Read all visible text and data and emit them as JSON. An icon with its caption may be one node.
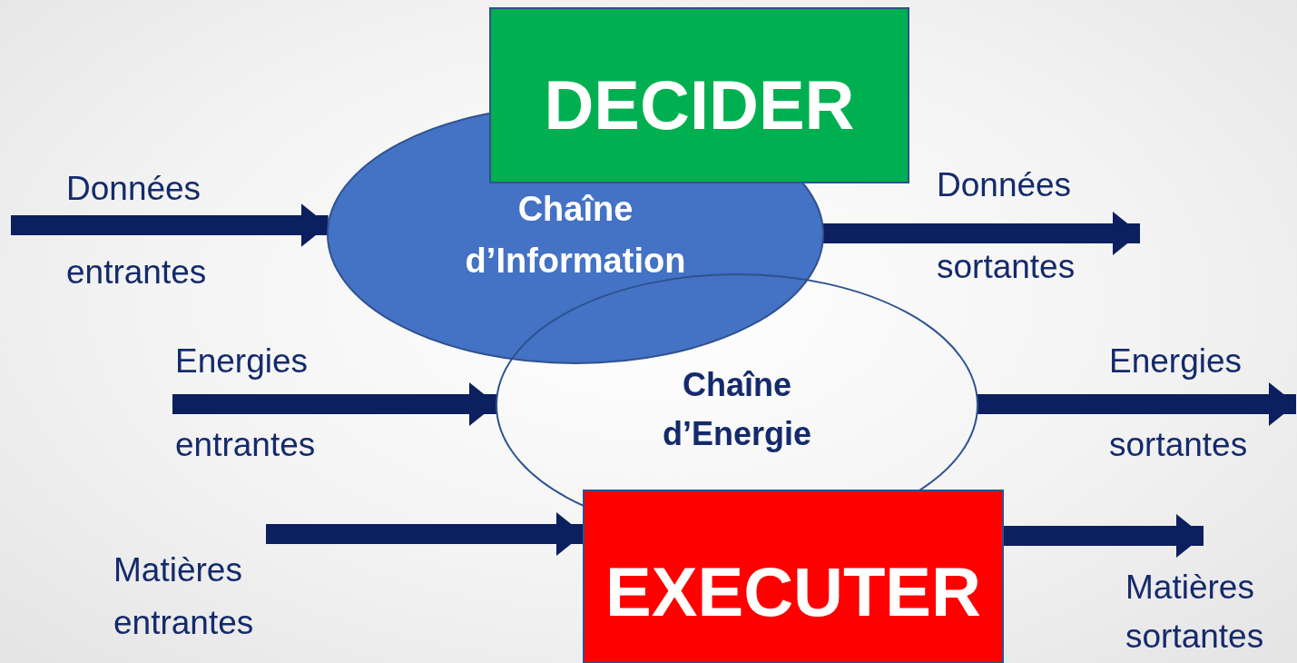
{
  "diagram": {
    "nodes": [
      {
        "text": [
          "Chaîne d’Information"
        ]
      },
      {
        "text": [
          "DECIDER"
        ]
      },
      {
        "text": [
          "Chaîne d’Energie"
        ]
      },
      {
        "text": [
          "EXECUTER"
        ]
      }
    ],
    "edges": [
      {
        "from": null,
        "to": 0,
        "arrow": "to",
        "label": "Données entrantes"
      },
      {
        "from": 0,
        "to": null,
        "arrow": "to",
        "label": "Données sortantes"
      },
      {
        "from": null,
        "to": 2,
        "arrow": "to",
        "label": "Energies entrantes"
      },
      {
        "from": 2,
        "to": null,
        "arrow": "to",
        "label": "Energies sortantes"
      },
      {
        "from": null,
        "to": 3,
        "arrow": "to",
        "label": "Matières entrantes"
      },
      {
        "from": 3,
        "to": null,
        "arrow": "to",
        "label": "Matières sortantes"
      }
    ]
  }
}
